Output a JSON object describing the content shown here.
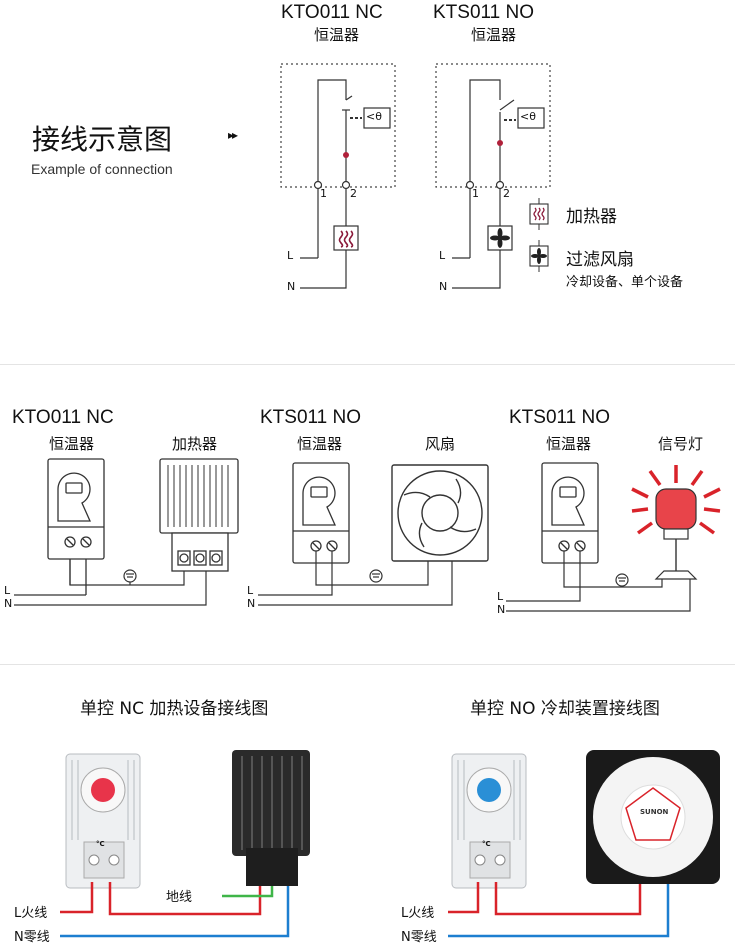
{
  "section1": {
    "title_cn": "接线示意图",
    "title_en": "Example of connection",
    "arrow": "▸▸",
    "left_model": "KTO011 NC",
    "left_sub": "恒温器",
    "right_model": "KTS011 NO",
    "right_sub": "恒温器",
    "terminal_1": "1",
    "terminal_2": "2",
    "line_L": "L",
    "line_N": "N",
    "legend_heater": "加热器",
    "legend_fan": "过滤风扇",
    "legend_fan_sub": "冷却设备、单个设备",
    "symbol": "<θ"
  },
  "section2": {
    "p1_model": "KTO011 NC",
    "p1_sub": "恒温器",
    "p1_device": "加热器",
    "p2_model": "KTS011 NO",
    "p2_sub": "恒温器",
    "p2_device": "风扇",
    "p3_model": "KTS011 NO",
    "p3_sub": "恒温器",
    "p3_device": "信号灯",
    "line_L": "L",
    "line_N": "N"
  },
  "section3": {
    "left_title": "单控 NC 加热设备接线图",
    "right_title": "单控 NO 冷却装置接线图",
    "left_L": "L火线",
    "left_N": "N零线",
    "left_ground": "地线",
    "right_L": "L火线",
    "right_N": "N零线",
    "dial_unit": "°C",
    "fan_brand": "SUNON"
  },
  "colors": {
    "heater_mark": "#8a1a3a",
    "live_wire": "#d9232a",
    "neutral_wire": "#1d7fd0",
    "ground_wire": "#3fb548",
    "dial_red": "#e8344a",
    "dial_blue": "#2a8fd6"
  }
}
